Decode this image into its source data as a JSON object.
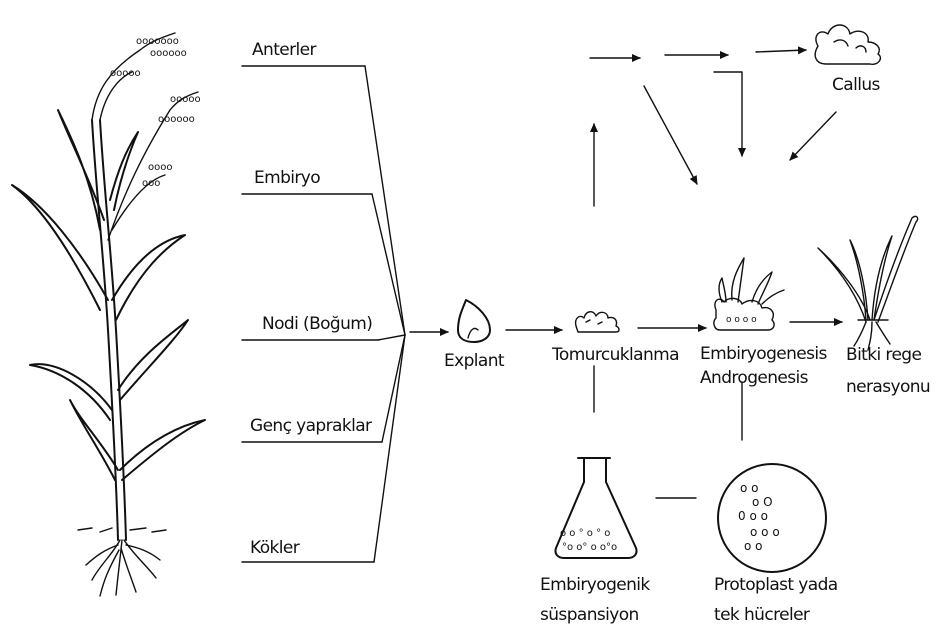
{
  "sources": {
    "anthers": "Anterler",
    "embryo": "Embiryo",
    "nodes": "Nodi (Boğum)",
    "young_leaves": "Genç yapraklar",
    "roots": "Kökler"
  },
  "stages": {
    "explant": "Explant",
    "budding": "Tomurcuklanma",
    "embryogenesis_1": "Embiryogenesis",
    "embryogenesis_2": "Androgenesis",
    "regeneration_1": "Bitki rege",
    "regeneration_2": "nerasyonu",
    "callus": "Callus",
    "suspension_1": "Embiryogenik",
    "suspension_2": "süspansiyon",
    "protoplast_1": "Protoplast yada",
    "protoplast_2": "tek hücreler"
  }
}
